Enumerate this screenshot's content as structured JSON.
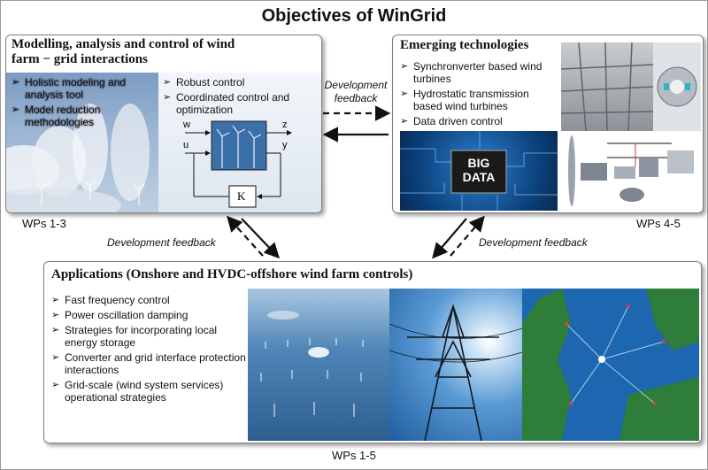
{
  "title": "Objectives of WinGrid",
  "modelling": {
    "heading_line1": "Modelling, analysis and control of wind",
    "heading_line2": "farm − grid interactions",
    "left_items": [
      "Holistic modeling and analysis tool",
      "Model reduction methodologies"
    ],
    "right_items": [
      "Robust control",
      "Coordinated control and optimization"
    ],
    "block": {
      "w": "w",
      "u": "u",
      "z": "z",
      "y": "y",
      "k": "K"
    },
    "wps": "WPs 1-3"
  },
  "emerging": {
    "heading": "Emerging technologies",
    "items": [
      "Synchronverter based wind turbines",
      "Hydrostatic transmission based wind turbines",
      "Data driven control"
    ],
    "big_data": "BIG DATA",
    "wps": "WPs 4-5"
  },
  "applications": {
    "heading": "Applications (Onshore and HVDC-offshore wind farm controls)",
    "items": [
      "Fast frequency control",
      "Power oscillation damping",
      "Strategies for incorporating local energy storage",
      "Converter and grid interface protection interactions",
      "Grid-scale (wind system services) operational strategies"
    ],
    "wps": "WPs 1-5"
  },
  "feedback": {
    "top_line1": "Development",
    "top_line2": "feedback",
    "left": "Development feedback",
    "right": "Development feedback"
  },
  "colors": {
    "sky_blue": "#5b86b4",
    "sea_blue": "#2d5f8e",
    "circuit_blue": "#0b3f78"
  }
}
